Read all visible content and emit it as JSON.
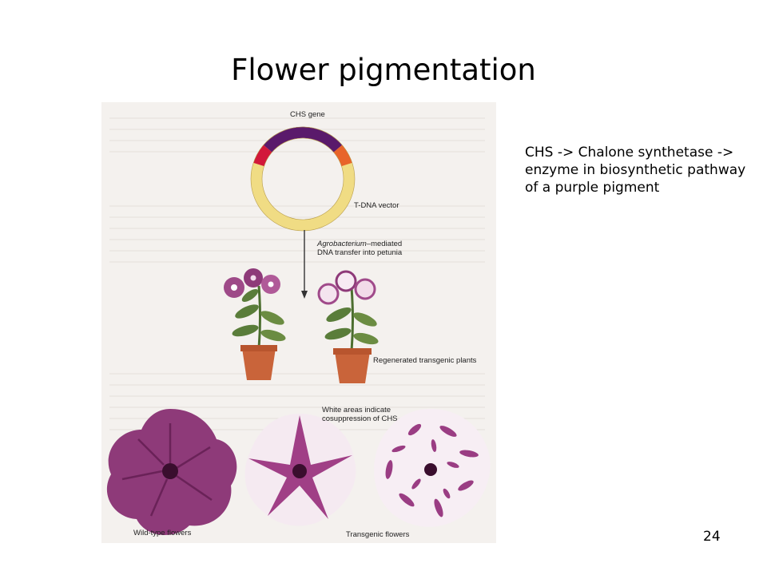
{
  "slide": {
    "title": "Flower pigmentation",
    "note": "CHS -> Chalone synthetase -> enzyme in biosynthetic pathway of a purple pigment",
    "page_number": "24"
  },
  "figure": {
    "plasmid_gene_label": "CHS gene",
    "vector_label": "T-DNA vector",
    "transfer_label_italic": "Agrobacterium",
    "transfer_label_rest": "–mediated",
    "transfer_label_line2": "DNA transfer into petunia",
    "regenerated_label": "Regenerated transgenic plants",
    "white_areas_line1": "White areas indicate",
    "white_areas_line2": "cosuppression of CHS",
    "wildtype_label": "Wild-type flowers",
    "transgenic_label": "Transgenic flowers",
    "colors": {
      "chs_segment": "#5a1a6b",
      "left_marker": "#d2183a",
      "right_marker": "#e8642a",
      "vector_ring": "#f0dc84",
      "flower_purple": "#8e3a79",
      "pot": "#c9643a",
      "leaf": "#5a7d3a"
    }
  }
}
